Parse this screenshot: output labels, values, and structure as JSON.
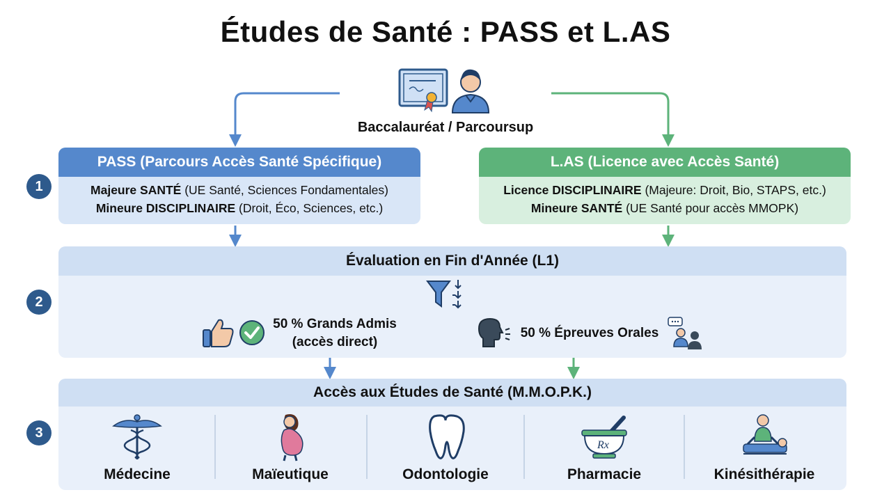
{
  "title": "Études de Santé : PASS et L.AS",
  "entry": {
    "label": "Baccalauréat / Parcoursup"
  },
  "steps": [
    "1",
    "2",
    "3"
  ],
  "pass": {
    "title": "PASS (Parcours Accès Santé Spécifique)",
    "line1_bold": "Majeure SANTÉ",
    "line1_rest": " (UE Santé, Sciences Fondamentales)",
    "line2_bold": "Mineure DISCIPLINAIRE",
    "line2_rest": " (Droit, Éco, Sciences, etc.)"
  },
  "las": {
    "title": "L.AS (Licence avec Accès Santé)",
    "line1_bold": "Licence DISCIPLINAIRE",
    "line1_rest": " (Majeure: Droit, Bio, STAPS, etc.)",
    "line2_bold": "Mineure SANTÉ",
    "line2_rest": " (UE Santé pour accès MMOPK)"
  },
  "evaluation": {
    "title": "Évaluation en Fin d'Année (L1)",
    "admis_line1": "50 % Grands Admis",
    "admis_line2": "(accès direct)",
    "oral": "50 % Épreuves Orales"
  },
  "access": {
    "title": "Accès aux Études de Santé (M.M.O.P.K.)",
    "disciplines": [
      "Médecine",
      "Maïeutique",
      "Odontologie",
      "Pharmacie",
      "Kinésithérapie"
    ]
  },
  "colors": {
    "pass": "#5588cc",
    "las": "#5db37a",
    "step": "#2e5a8c"
  }
}
